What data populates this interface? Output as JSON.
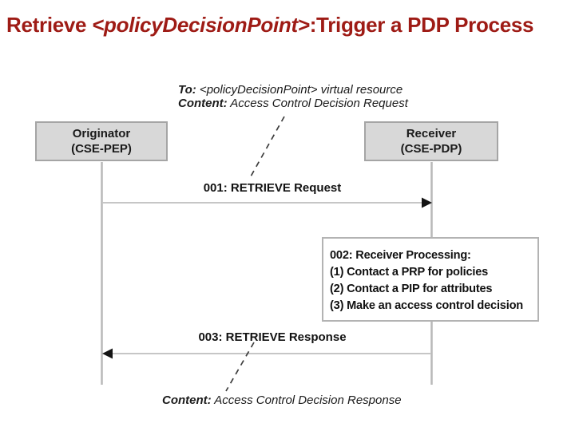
{
  "title": {
    "prefix": "Retrieve ",
    "resource": "<policyDecisionPoint>",
    "suffix": ":Trigger a PDP Process",
    "color": "#9e1b15"
  },
  "diagram": {
    "top_note": {
      "line1_label": "To:",
      "line1_text": " <policyDecisionPoint> virtual resource",
      "line2_label": "Content:",
      "line2_text": " Access Control Decision Request"
    },
    "actors": [
      {
        "name": "Originator",
        "sub": "(CSE-PEP)"
      },
      {
        "name": "Receiver",
        "sub": "(CSE-PDP)"
      }
    ],
    "messages": [
      {
        "label": "001: RETRIEVE Request",
        "direction": "right"
      },
      {
        "label": "003: RETRIEVE Response",
        "direction": "left"
      }
    ],
    "processing_box": {
      "lines": [
        "002: Receiver Processing:",
        "(1) Contact a PRP for policies",
        "(2) Contact a PIP for attributes",
        "(3) Make an access control decision"
      ]
    },
    "bottom_note": {
      "label": "Content:",
      "text": " Access Control Decision Response"
    },
    "colors": {
      "actor_fill": "#d8d8d8",
      "actor_border": "#a5a5a5",
      "box_border": "#b3b3b3",
      "lifeline": "#b9b9b9",
      "message_line": "#c6c6c6",
      "arrowhead": "#141414",
      "note_connector": "#3d3d3d"
    }
  }
}
